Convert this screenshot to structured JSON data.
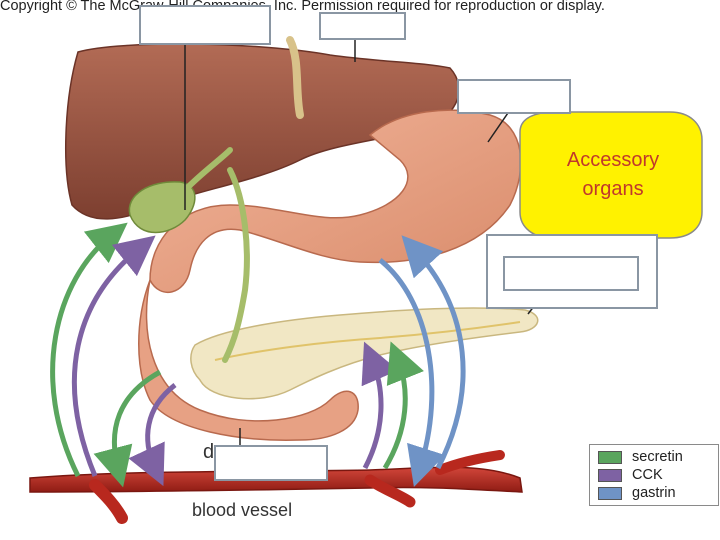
{
  "header": {
    "copyright": "Copyright © The McGraw-Hill Companies, Inc. Permission required for reproduction or display."
  },
  "callout": {
    "text_line1": "Accessory",
    "text_line2": "organs"
  },
  "labels": {
    "partial_d": "d",
    "blood_vessel": "blood vessel"
  },
  "legend": {
    "items": [
      {
        "label": "secretin",
        "color": "#5aa55e"
      },
      {
        "label": "CCK",
        "color": "#7e62a3"
      },
      {
        "label": "gastrin",
        "color": "#6f93c6"
      }
    ]
  },
  "colors": {
    "liver": "#9a5a47",
    "stomach": "#e6a082",
    "pancreas": "#f1e7c4",
    "gallbladder": "#a6bd6a",
    "blood_vessel": "#b8281e",
    "callout_fill": "#fff200"
  }
}
